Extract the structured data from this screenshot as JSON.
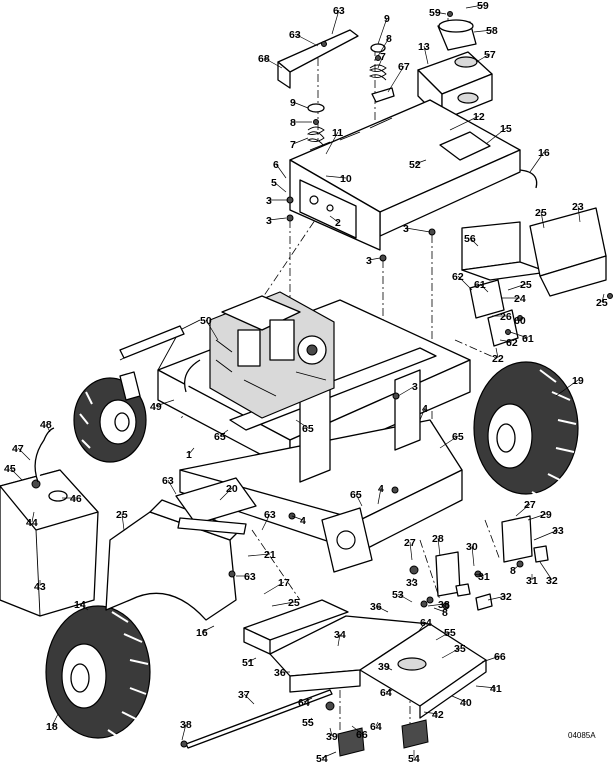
{
  "diagram": {
    "drawing_code": "04085A",
    "callouts": [
      "1",
      "2",
      "3",
      "4",
      "5",
      "6",
      "7",
      "8",
      "9",
      "10",
      "11",
      "12",
      "13",
      "14",
      "15",
      "16",
      "17",
      "18",
      "19",
      "20",
      "21",
      "22",
      "23",
      "24",
      "25",
      "26",
      "27",
      "28",
      "29",
      "30",
      "31",
      "32",
      "33",
      "34",
      "35",
      "36",
      "37",
      "38",
      "39",
      "40",
      "41",
      "42",
      "43",
      "44",
      "45",
      "46",
      "47",
      "48",
      "49",
      "50",
      "51",
      "52",
      "53",
      "54",
      "55",
      "56",
      "57",
      "58",
      "59",
      "60",
      "61",
      "62",
      "63",
      "64",
      "65",
      "66",
      "67",
      "68"
    ]
  }
}
